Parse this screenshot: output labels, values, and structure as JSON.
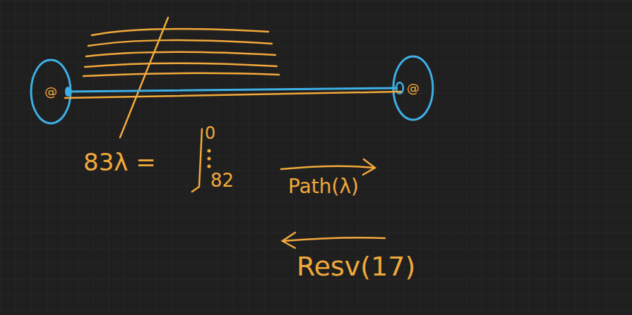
{
  "diagram": {
    "nodes": [
      {
        "text": [
          "@"
        ]
      },
      {
        "text": [
          "@"
        ]
      }
    ],
    "edges": [
      {
        "from": 0,
        "to": 1,
        "arrow": "none"
      }
    ],
    "labels": [
      "83λ =",
      "0",
      "82",
      "Path(λ)",
      "Resv(17)"
    ]
  }
}
